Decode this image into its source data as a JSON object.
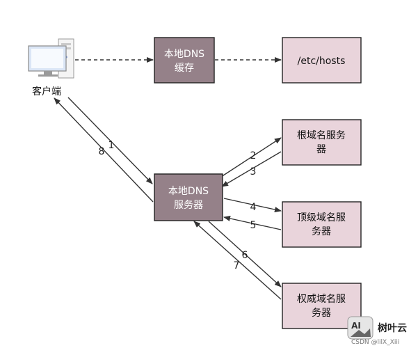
{
  "client": {
    "label": "客户端"
  },
  "nodes": {
    "local_dns_cache": {
      "line1": "本地DNS",
      "line2": "缓存"
    },
    "etc_hosts": {
      "line1": "/etc/hosts"
    },
    "local_dns_server": {
      "line1": "本地DNS",
      "line2": "服务器"
    },
    "root_server": {
      "line1": "根域名服务",
      "line2": "器"
    },
    "tld_server": {
      "line1": "顶级域名服",
      "line2": "务器"
    },
    "auth_server": {
      "line1": "权威域名服",
      "line2": "务器"
    }
  },
  "arrows": {
    "a1": "1",
    "a2": "2",
    "a3": "3",
    "a4": "4",
    "a5": "5",
    "a6": "6",
    "a7": "7",
    "a8": "8"
  },
  "watermark": {
    "brand": "树叶云",
    "badge": "AI",
    "credit": "CSDN @lilX_Xiii"
  },
  "colors": {
    "dark_box": "#958189",
    "dark_box_text": "#ffffff",
    "light_box": "#e9d4db",
    "light_box_text": "#111111",
    "line": "#333333"
  }
}
